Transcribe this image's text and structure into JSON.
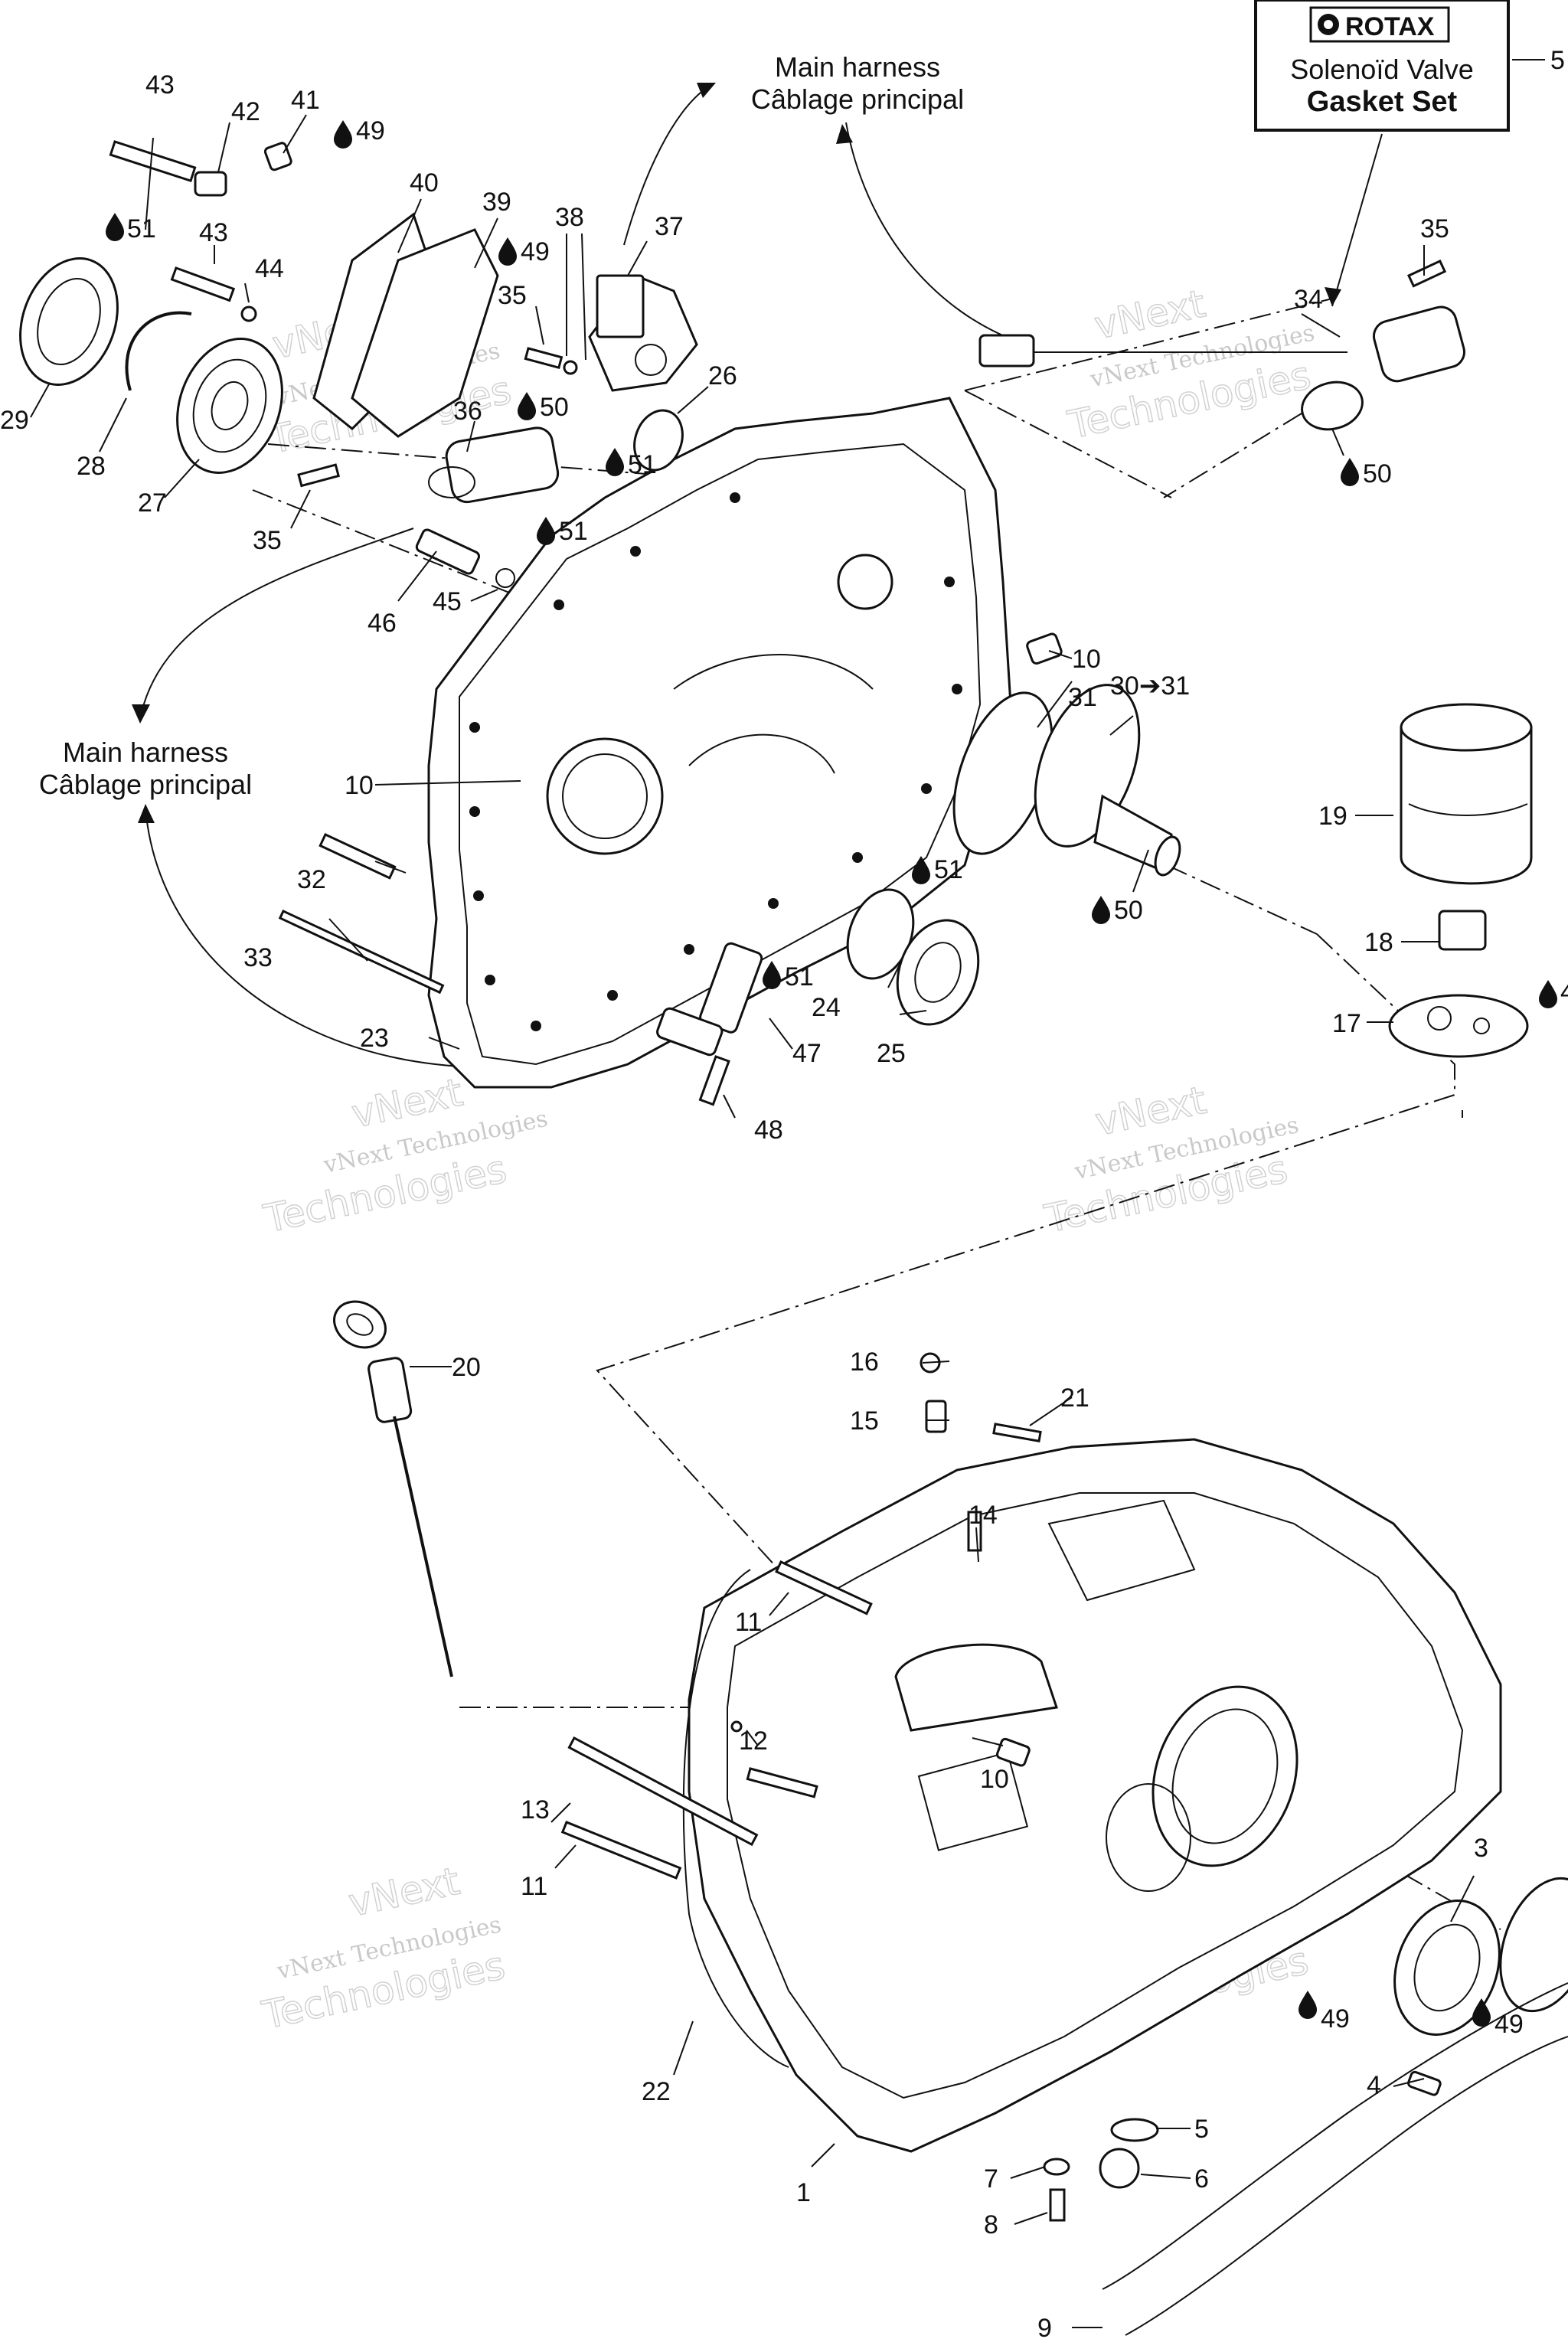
{
  "harness_notes": [
    {
      "line1": "Main harness",
      "line2": "Câblage principal"
    },
    {
      "line1": "Main harness",
      "line2": "Câblage principal"
    }
  ],
  "kit_box": {
    "brand": "ROTAX",
    "line1": "Solenoïd Valve",
    "line2": "Gasket Set",
    "ref": "5"
  },
  "watermark": {
    "line1": "vNext Technologies",
    "line2": "vNext",
    "line3": "Technologies"
  },
  "part_labels": {
    "p1": "1",
    "p3": "3",
    "p4": "4",
    "p5": "5",
    "p6": "6",
    "p7": "7",
    "p8": "8",
    "p9": "9",
    "p10a": "10",
    "p10b": "10",
    "p10c": "10",
    "p11a": "11",
    "p11b": "11",
    "p12": "12",
    "p13": "13",
    "p14": "14",
    "p15": "15",
    "p16": "16",
    "p17": "17",
    "p18": "18",
    "p19": "19",
    "p20": "20",
    "p21": "21",
    "p22": "22",
    "p23": "23",
    "p24": "24",
    "p25": "25",
    "p26": "26",
    "p27": "27",
    "p28": "28",
    "p29": "29",
    "p30": "30➔31",
    "p31": "31",
    "p32": "32",
    "p33": "33",
    "p34": "34",
    "p35a": "35",
    "p35b": "35",
    "p35c": "35",
    "p36": "36",
    "p37": "37",
    "p38": "38",
    "p39": "39",
    "p40": "40",
    "p41": "41",
    "p42": "42",
    "p43a": "43",
    "p43b": "43",
    "p44": "44",
    "p45": "45",
    "p46": "46",
    "p47": "47",
    "p48": "48"
  },
  "lubricant_labels": {
    "l49a": "49",
    "l49b": "49",
    "l49c": "49",
    "l49d": "49",
    "l49e": "4",
    "l50a": "50",
    "l50b": "50",
    "l50c": "50",
    "l51a": "51",
    "l51b": "51",
    "l51c": "51",
    "l51d": "51",
    "l51e": "51"
  }
}
